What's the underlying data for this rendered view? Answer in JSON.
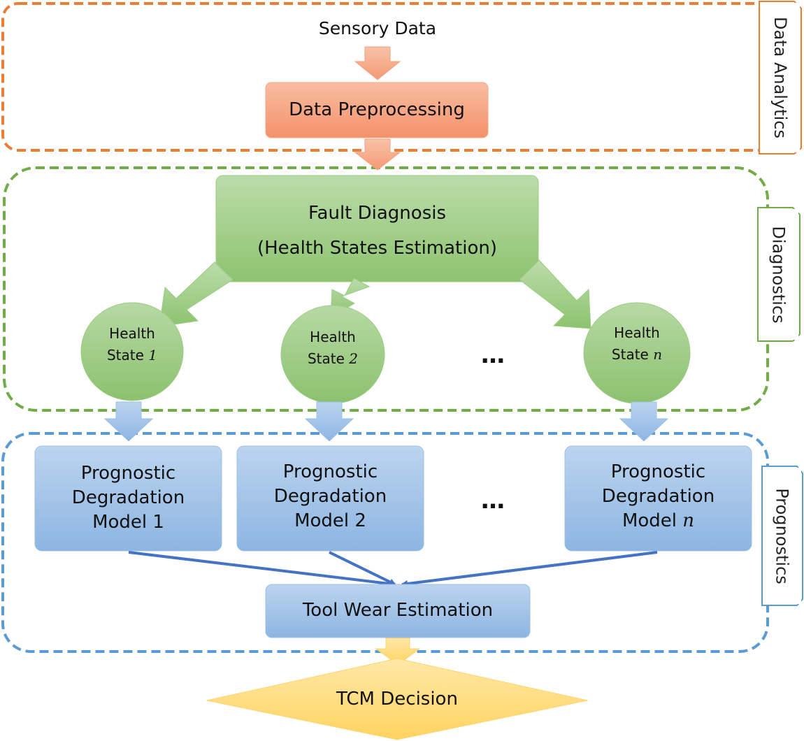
{
  "sections": {
    "data_analytics": {
      "label": "Data Analytics",
      "color": "#ed7d31"
    },
    "diagnostics": {
      "label": "Diagnostics",
      "color": "#70ad47"
    },
    "prognostics": {
      "label": "Prognostics",
      "color": "#5b9bd5"
    }
  },
  "nodes": {
    "sensory_data": "Sensory Data",
    "data_preprocessing": "Data Preprocessing",
    "fault_diagnosis_line1": "Fault Diagnosis",
    "fault_diagnosis_line2": "(Health States Estimation)",
    "health_states": [
      {
        "line1": "Health",
        "line2": "State ",
        "index": "1"
      },
      {
        "line1": "Health",
        "line2": "State ",
        "index": "2"
      },
      {
        "line1": "Health",
        "line2": "State ",
        "index": "n"
      }
    ],
    "ellipsis": "…",
    "models": [
      {
        "line1": "Prognostic",
        "line2": "Degradation",
        "line3": "Model ",
        "index": "1"
      },
      {
        "line1": "Prognostic",
        "line2": "Degradation",
        "line3": "Model ",
        "index": "2"
      },
      {
        "line1": "Prognostic",
        "line2": "Degradation",
        "line3": "Model ",
        "index": "n"
      }
    ],
    "tool_wear_estimation": "Tool Wear Estimation",
    "tcm_decision": "TCM Decision"
  },
  "colors": {
    "orange_box_top": "#f8b79a",
    "orange_box_bottom": "#f4926a",
    "green_box_top": "#b4d8a2",
    "green_box_bottom": "#8cc26e",
    "blue_box_top": "#b7d1ee",
    "blue_box_bottom": "#8fb7e3",
    "blue_arrow": "#4472c4",
    "yellow_top": "#ffe6a3",
    "yellow_bottom": "#ffd466"
  }
}
